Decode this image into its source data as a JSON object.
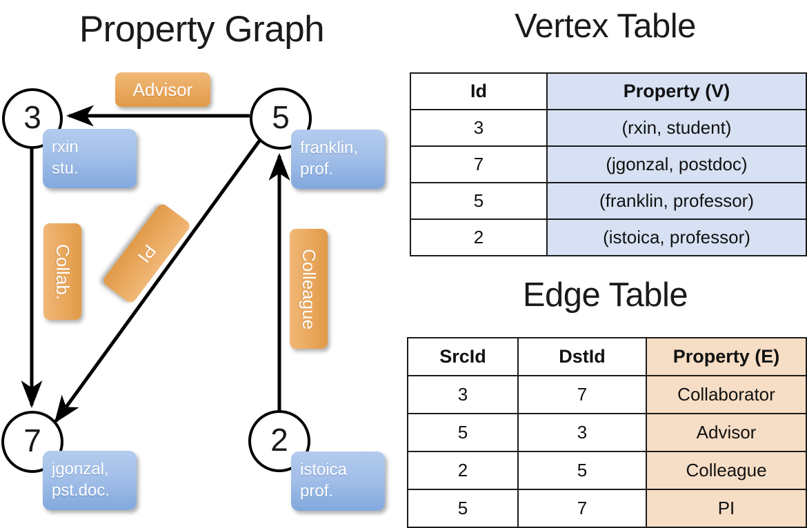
{
  "graph": {
    "title": "Property Graph",
    "nodes": [
      {
        "id": "3",
        "property_label": "rxin\nstu.",
        "line1": "rxin",
        "line2": "stu."
      },
      {
        "id": "5",
        "property_label": "franklin,\nprof.",
        "line1": "franklin,",
        "line2": "prof."
      },
      {
        "id": "7",
        "property_label": "jgonzal,\npst.doc.",
        "line1": "jgonzal,",
        "line2": "pst.doc."
      },
      {
        "id": "2",
        "property_label": "istoica\nprof.",
        "line1": "istoica",
        "line2": "prof."
      }
    ],
    "edges": [
      {
        "from": "5",
        "to": "3",
        "label": "Advisor"
      },
      {
        "from": "3",
        "to": "7",
        "label": "Collab."
      },
      {
        "from": "5",
        "to": "7",
        "label": "PI"
      },
      {
        "from": "2",
        "to": "5",
        "label": "Colleague"
      }
    ],
    "colors": {
      "node_stroke": "#000000",
      "node_fill": "#ffffff",
      "vertex_property_box": "#a3c0e9",
      "edge_label_box": "#eaa95f",
      "arrow": "#000000"
    }
  },
  "vertex_table": {
    "title": "Vertex Table",
    "headers": [
      "Id",
      "Property (V)"
    ],
    "rows": [
      [
        "3",
        "(rxin, student)"
      ],
      [
        "7",
        "(jgonzal, postdoc)"
      ],
      [
        "5",
        "(franklin, professor)"
      ],
      [
        "2",
        "(istoica, professor)"
      ]
    ],
    "property_column_color": "#d7e1f3"
  },
  "edge_table": {
    "title": "Edge Table",
    "headers": [
      "SrcId",
      "DstId",
      "Property (E)"
    ],
    "rows": [
      [
        "3",
        "7",
        "Collaborator"
      ],
      [
        "5",
        "3",
        "Advisor"
      ],
      [
        "2",
        "5",
        "Colleague"
      ],
      [
        "5",
        "7",
        "PI"
      ]
    ],
    "property_column_color": "#f6ddc5"
  }
}
